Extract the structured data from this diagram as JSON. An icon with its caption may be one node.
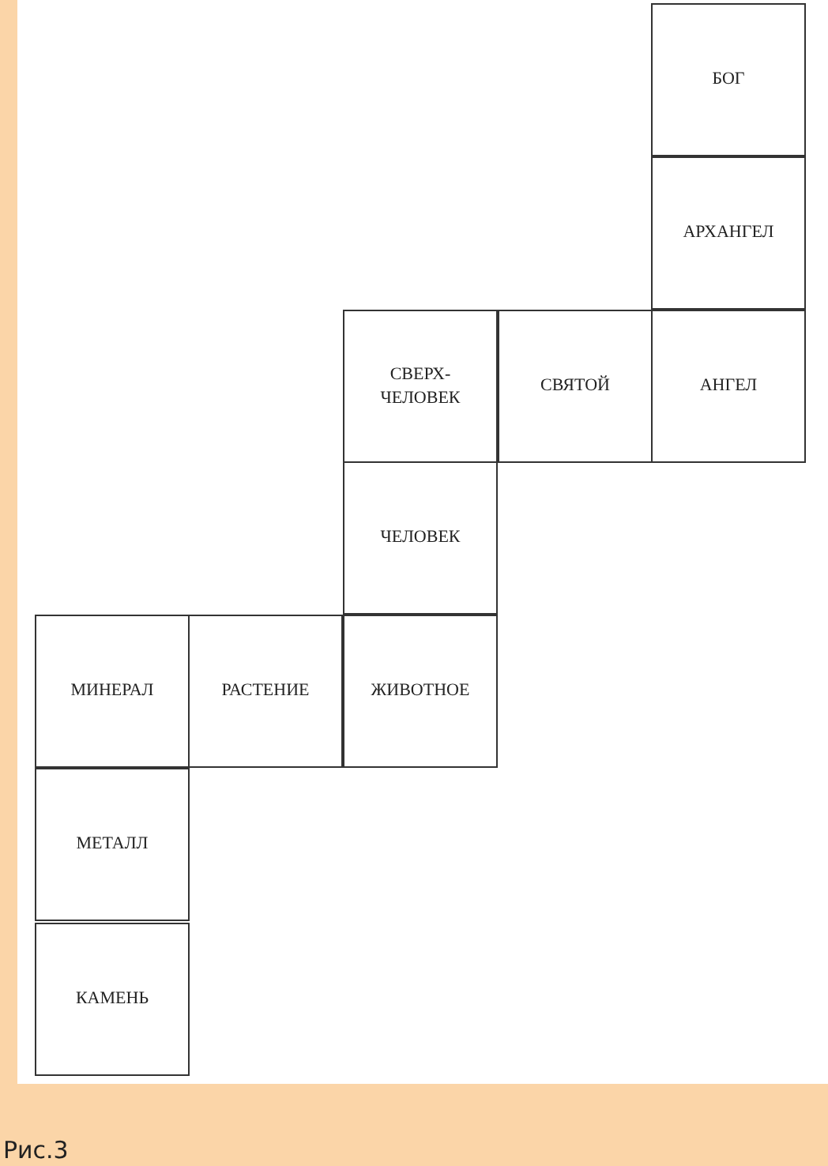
{
  "diagram": {
    "caption": "Рис.3",
    "nodes": [
      {
        "text": [
          "БОГ"
        ]
      },
      {
        "text": [
          "АРХАНГЕЛ"
        ]
      },
      {
        "text": [
          "СВЕРХ- ЧЕЛОВЕК"
        ]
      },
      {
        "text": [
          "СВЯТОЙ"
        ]
      },
      {
        "text": [
          "АНГЕЛ"
        ]
      },
      {
        "text": [
          "ЧЕЛОВЕК"
        ]
      },
      {
        "text": [
          "МИНЕРАЛ"
        ]
      },
      {
        "text": [
          "РАСТЕНИЕ"
        ]
      },
      {
        "text": [
          "ЖИВОТНОЕ"
        ]
      },
      {
        "text": [
          "МЕТАЛЛ"
        ]
      },
      {
        "text": [
          "КАМЕНЬ"
        ]
      }
    ]
  }
}
